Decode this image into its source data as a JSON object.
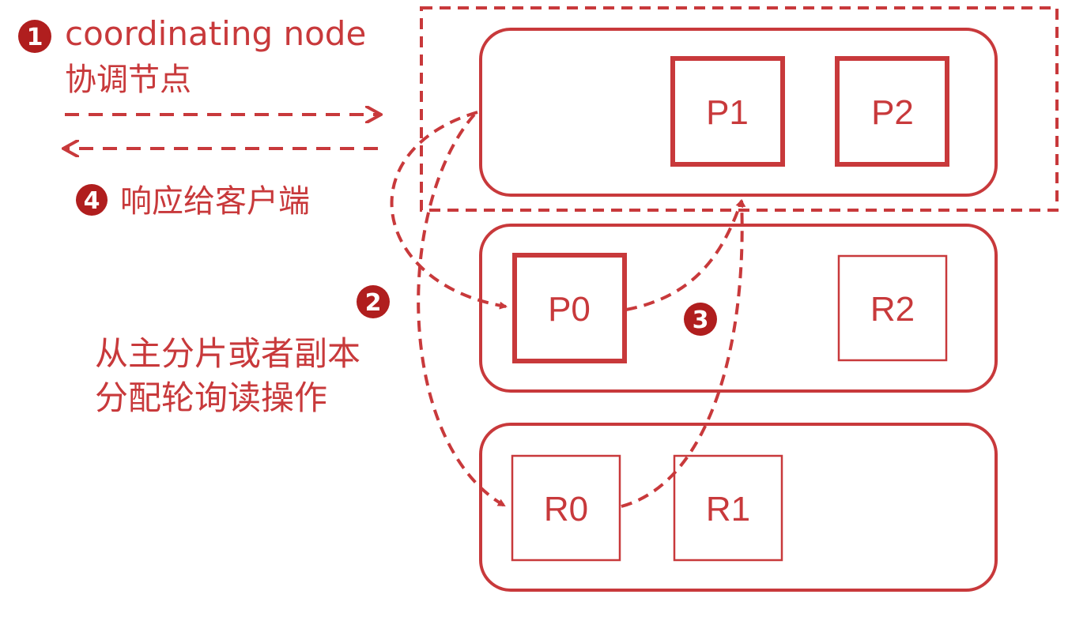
{
  "colors": {
    "accent": "#c8393b",
    "badge": "#b01e1e",
    "background": "#ffffff"
  },
  "steps": {
    "step1": {
      "number": "1",
      "label_en": "coordinating node",
      "label_zh": "协调节点"
    },
    "step2": {
      "number": "2",
      "line1": "从主分片或者副本",
      "line2": "分配轮询读操作"
    },
    "step3": {
      "number": "3"
    },
    "step4": {
      "number": "4",
      "label": "响应给客户端"
    }
  },
  "nodes": [
    {
      "shards": [
        {
          "label": "P1",
          "type": "primary"
        },
        {
          "label": "P2",
          "type": "primary"
        }
      ]
    },
    {
      "shards": [
        {
          "label": "P0",
          "type": "primary"
        },
        {
          "label": "R2",
          "type": "replica"
        }
      ]
    },
    {
      "shards": [
        {
          "label": "R0",
          "type": "replica"
        },
        {
          "label": "R1",
          "type": "replica"
        }
      ]
    }
  ]
}
